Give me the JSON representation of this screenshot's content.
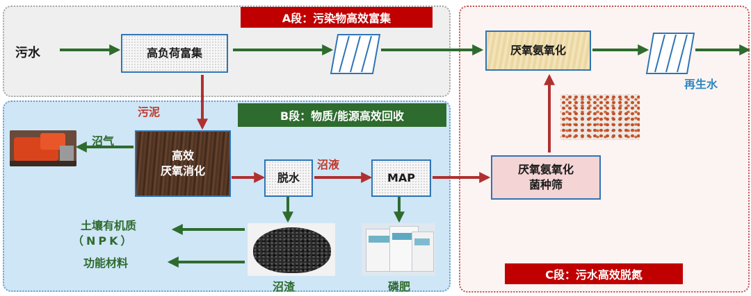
{
  "section_a": {
    "label": "A段：污染物高效富集"
  },
  "section_b": {
    "label": "B段：物质/能源高效回收"
  },
  "section_c": {
    "label": "C段：污水高效脱氮"
  },
  "nodes": {
    "wastewater": "污水",
    "enrichment": "高负荷富集",
    "digestion_line1": "高效",
    "digestion_line2": "厌氧消化",
    "dewater": "脱水",
    "map": "MAP",
    "anammox": "厌氧氨氧化",
    "screen_line1": "厌氧氨氧化",
    "screen_line2": "菌种筛"
  },
  "labels": {
    "sludge": "污泥",
    "biogas": "沼气",
    "supernatant": "沼液",
    "reclaimed_water": "再生水",
    "soil_line1": "土壤有机质",
    "soil_line2": "（NPK）",
    "functional_material": "功能材料",
    "digestate_residue": "沼渣",
    "phosphate_fertilizer": "磷肥"
  },
  "colors": {
    "green_arrow": "#2e6b2e",
    "red_arrow": "#b03030",
    "banner_red": "#c00000",
    "banner_green": "#2e6b2e",
    "box_border": "#2e74b5"
  }
}
